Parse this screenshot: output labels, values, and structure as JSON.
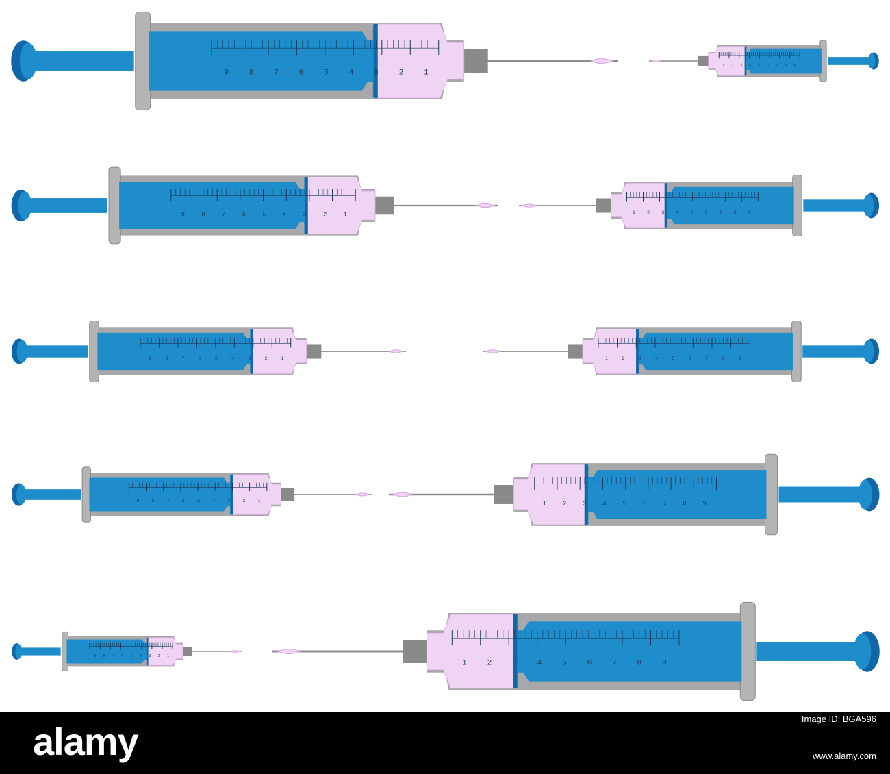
{
  "colors": {
    "background": "#ffffff",
    "plunger_blue": "#1f8dcc",
    "plunger_blue_dark": "#1166a8",
    "barrel_grey": "#a8a8a8",
    "barrel_grey_dark": "#8a8a8a",
    "flange_grey": "#b4b4b4",
    "liquid_pink": "#f0d4f4",
    "liquid_pink_edge": "#d9a8e2",
    "needle_grey": "#8c8c8c",
    "scale_ink": "#1a3a5a",
    "footer_black": "#000000",
    "footer_text": "#ffffff"
  },
  "scale_numbers": [
    "1",
    "2",
    "3",
    "4",
    "5",
    "6",
    "7",
    "8",
    "9"
  ],
  "syringes": [
    {
      "name": "syringe-row1-left",
      "direction": "right"
    },
    {
      "name": "syringe-row1-right",
      "direction": "left"
    },
    {
      "name": "syringe-row2-left",
      "direction": "right"
    },
    {
      "name": "syringe-row2-right",
      "direction": "left"
    },
    {
      "name": "syringe-row3-left",
      "direction": "right"
    },
    {
      "name": "syringe-row3-right",
      "direction": "left"
    },
    {
      "name": "syringe-row4-left",
      "direction": "right"
    },
    {
      "name": "syringe-row4-right",
      "direction": "left"
    },
    {
      "name": "syringe-row5-left",
      "direction": "right"
    },
    {
      "name": "syringe-row5-right",
      "direction": "left"
    }
  ],
  "footer": {
    "brand": "alamy",
    "image_id": "Image ID: BGA596",
    "url": "www.alamy.com"
  }
}
